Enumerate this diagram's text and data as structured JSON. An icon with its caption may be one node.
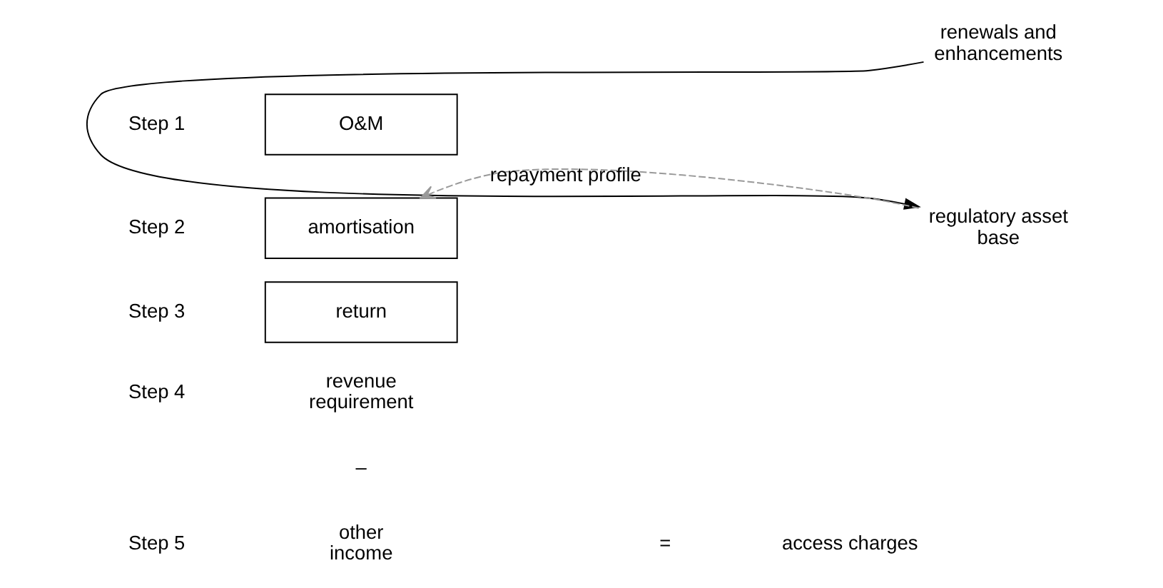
{
  "diagram": {
    "nodes": [
      {
        "text": [
          "O&M"
        ]
      },
      {
        "text": [
          "amortisation"
        ]
      },
      {
        "text": [
          "return"
        ]
      },
      {
        "text": [
          "revenue requirement"
        ]
      },
      {
        "text": [
          "other income"
        ]
      },
      {
        "text": [
          "access charges"
        ]
      },
      {
        "text": [
          "renewals and enhancements"
        ]
      },
      {
        "text": [
          "regulatory asset base"
        ]
      }
    ],
    "edges": [
      {
        "from": 6,
        "to": 7,
        "arrow": "to"
      },
      {
        "from": 7,
        "to": 1,
        "arrow": "to",
        "label": "repayment profile",
        "style": "dashed",
        "color": "#999999"
      }
    ],
    "labels": [
      "Step 1",
      "Step 2",
      "Step 3",
      "Step 4",
      "–",
      "Step 5",
      "="
    ]
  }
}
